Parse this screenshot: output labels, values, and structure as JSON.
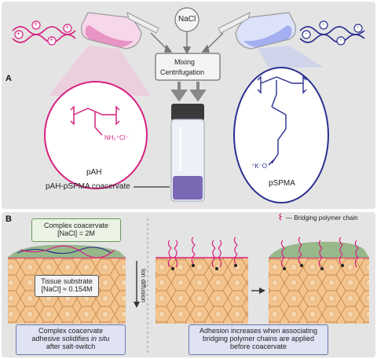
{
  "panel_a": {
    "label": "A",
    "nacl": "NaCl",
    "mixing_line1": "Mixing",
    "mixing_line2": "Centrifugation",
    "pah_nh3": "NH₃⁺Cl⁻",
    "pah_label": "pAH",
    "coacervate_label": "pAH-pSPMA coacervate",
    "pspma_k": "⁺K⁻O",
    "pspma_label": "pSPMA",
    "plus_sign": "+",
    "minus_sign": "-"
  },
  "panel_b": {
    "label": "B",
    "bridging_legend": "— Bridging polymer chain",
    "complex_line1": "Complex coacervate",
    "complex_line2": "[NaCl] = 2M",
    "tissue_line1": "Tissue substrate",
    "tissue_line2": "[NaCl] ≈ 0.154M",
    "ion_diffusion": "Ion diffusion",
    "caption1_line1": "Complex coacervate",
    "caption1_line2_pre": "adhesive solidifies ",
    "caption1_line2_em": "in situ",
    "caption1_line3": "after salt-switch",
    "caption2_line1": "Adhesion increases when associating",
    "caption2_line2": "bridging polymer chains are applied",
    "caption2_line3": "before coacervate"
  },
  "colors": {
    "pah": "#d6227f",
    "pspma": "#2b2f8f",
    "tissue": "#f3c48e",
    "tissue_line": "#c98a4c",
    "coacervate": "#7aa36c",
    "vial_fill": "#7b68b5",
    "panel_bg": "#e4e4e4"
  }
}
